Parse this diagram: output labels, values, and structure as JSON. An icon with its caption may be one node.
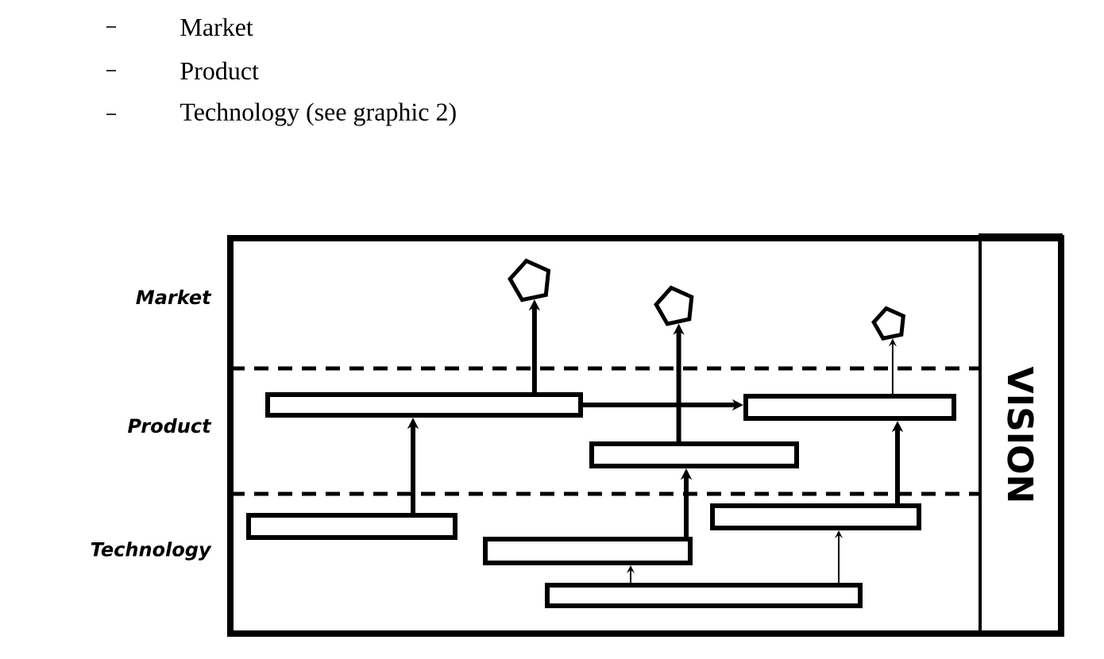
{
  "diagram": {
    "nodes": [
      {
        "text": [],
        "shape": "pentagon"
      },
      {
        "text": [],
        "shape": "pentagon"
      },
      {
        "text": [],
        "shape": "pentagon"
      },
      {
        "text": [],
        "shape": "box"
      },
      {
        "text": [],
        "shape": "box"
      },
      {
        "text": [],
        "shape": "box"
      },
      {
        "text": [],
        "shape": "box"
      },
      {
        "text": [],
        "shape": "box"
      },
      {
        "text": [],
        "shape": "box"
      },
      {
        "text": [],
        "shape": "box"
      },
      {
        "text": [
          "VISION"
        ]
      }
    ],
    "edges": [
      {
        "from": 6,
        "to": 3,
        "arrow": "to"
      },
      {
        "from": 3,
        "to": 0,
        "arrow": "to"
      },
      {
        "from": 3,
        "to": 4,
        "arrow": "to"
      },
      {
        "from": 5,
        "to": 1,
        "arrow": "to"
      },
      {
        "from": 8,
        "to": 5,
        "arrow": "to"
      },
      {
        "from": 9,
        "to": 8,
        "arrow": "to"
      },
      {
        "from": 9,
        "to": 7,
        "arrow": "to"
      },
      {
        "from": 7,
        "to": 4,
        "arrow": "to"
      },
      {
        "from": 4,
        "to": 2,
        "arrow": "to"
      }
    ],
    "labels": [
      "Market",
      "Product",
      "Technology (see graphic 2)",
      "Market",
      "Product",
      "Technology"
    ]
  }
}
